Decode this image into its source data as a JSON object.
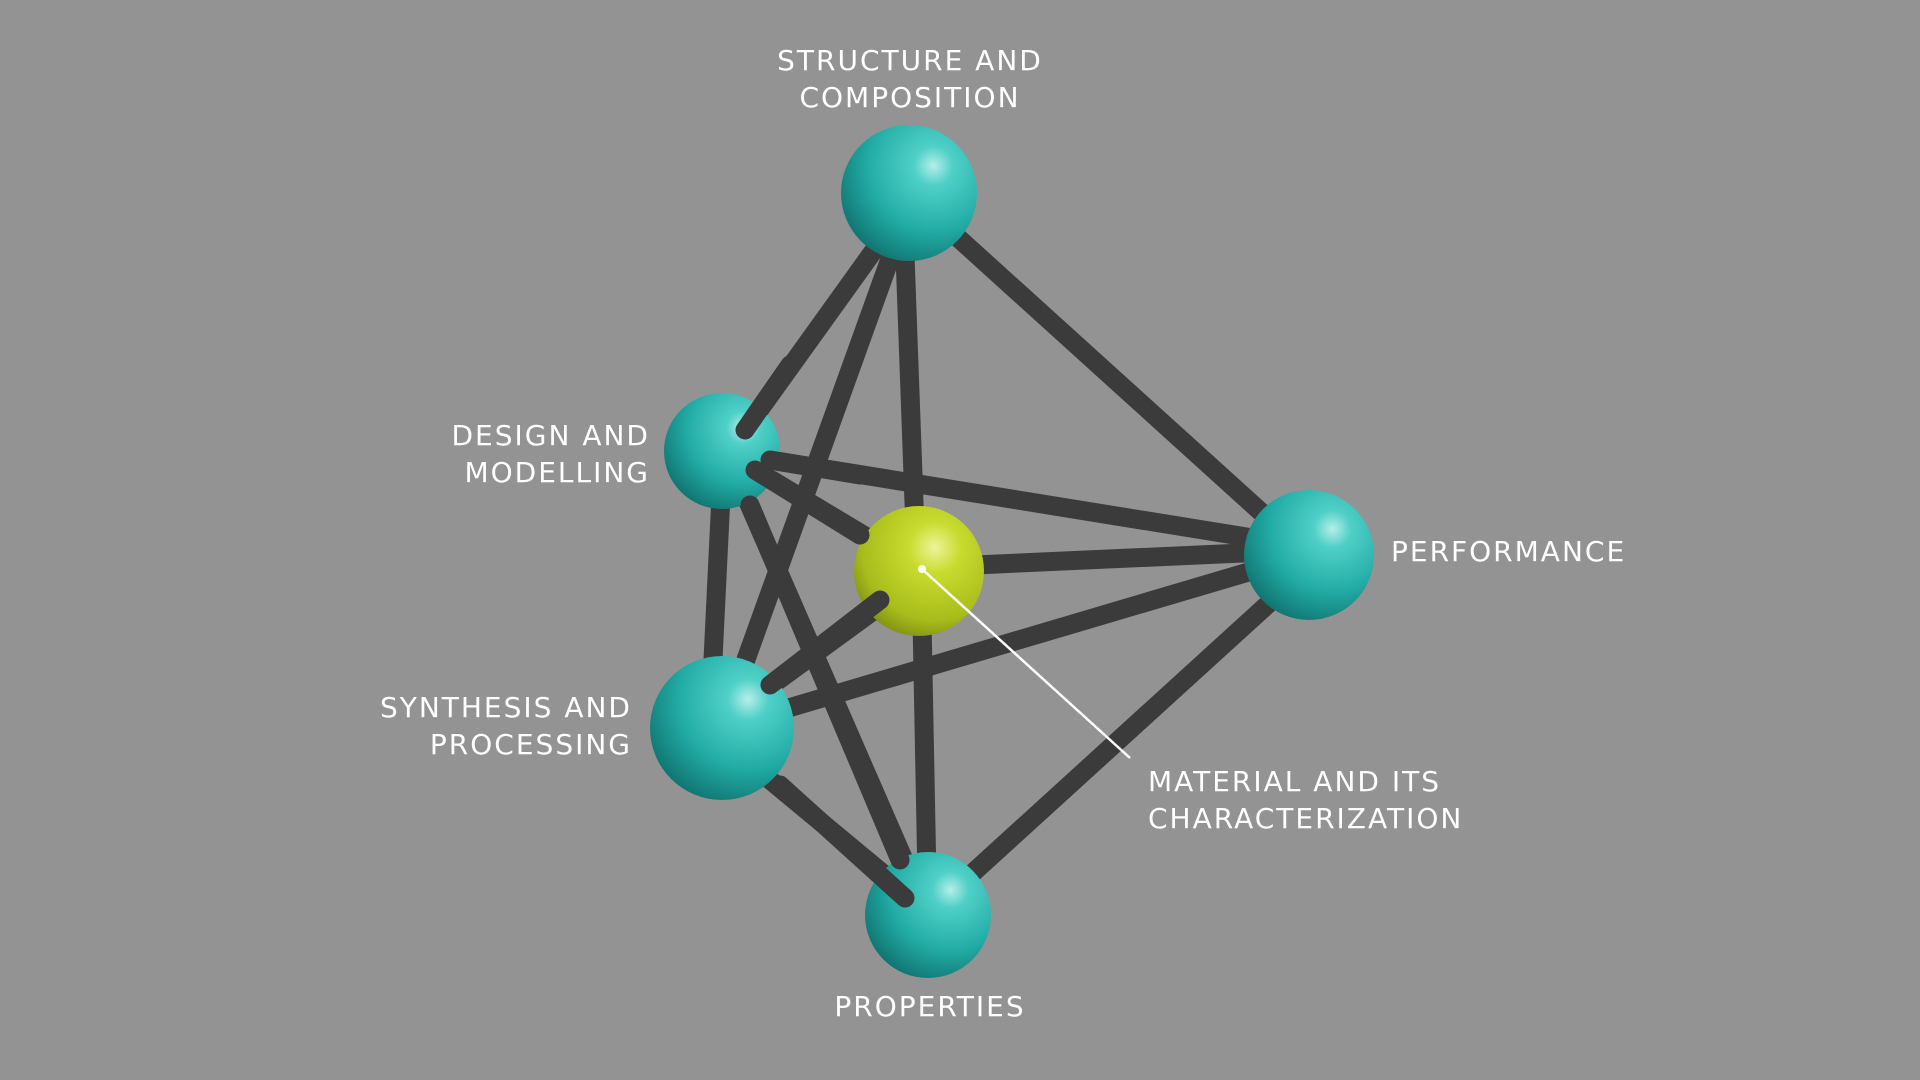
{
  "colors": {
    "background": "#939393",
    "vertex": "#2bbdb6",
    "center_node": "#c2d62a",
    "strut": "#3d3d3d",
    "label_text": "#ffffff",
    "pointer_line": "#ffffff"
  },
  "labels": {
    "structure": {
      "line1": "STRUCTURE AND",
      "line2": "COMPOSITION"
    },
    "design": {
      "line1": "DESIGN AND",
      "line2": "MODELLING"
    },
    "performance": {
      "line1": "PERFORMANCE"
    },
    "synthesis": {
      "line1": "SYNTHESIS AND",
      "line2": "PROCESSING"
    },
    "material": {
      "line1": "MATERIAL AND ITS",
      "line2": "CHARACTERIZATION"
    },
    "properties": {
      "line1": "PROPERTIES"
    }
  }
}
